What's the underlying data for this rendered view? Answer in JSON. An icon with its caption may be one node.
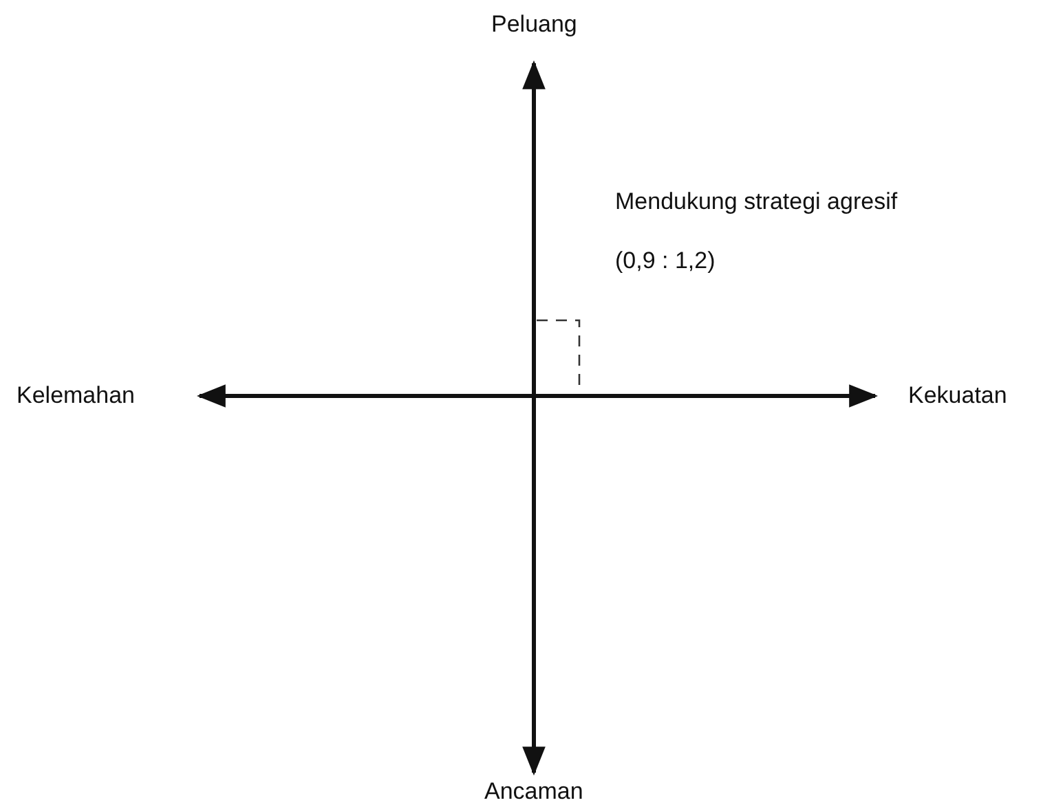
{
  "diagram": {
    "labels": [
      "Peluang",
      "Mendukung strategi agresif",
      "(0,9 : 1,2)",
      "Kelemahan",
      "Kekuatan",
      "Ancaman"
    ]
  }
}
